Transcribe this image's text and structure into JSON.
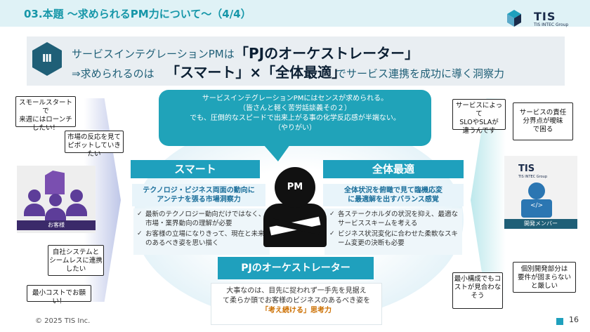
{
  "header": {
    "title": "03.本題 ～求められるPM力について～（4/4）"
  },
  "logo": {
    "word": "TIS",
    "sub": "TIS INTEC Group"
  },
  "banner": {
    "number": "Ⅲ",
    "line1_lead": "サービスインテグレーションPMは",
    "line1_em": "「PJのオーケストレーター」",
    "line2_lead": "⇒求められるのは",
    "line2_em": "「スマート」×「全体最適」",
    "line2_tail": "でサービス連携を成功に導く洞察力"
  },
  "speech": {
    "lines": [
      "サービスインテグレーションPMにはセンスが求められる。",
      "（皆さんと軽く苦労話談義その２）",
      "でも、圧倒的なスピードで出来上がる事の化学反応感が半端ない。",
      "（やりがい）"
    ]
  },
  "smart": {
    "title": "スマート",
    "subtitle_lines": [
      "テクノロジ・ビジネス両面の動向に",
      "アンテナを張る市場洞察力"
    ],
    "items": [
      "最新のテクノロジー動向だけではなく、市場・業界動向の理解が必要",
      "お客様の立場になりきって、現在と未来のあるべき姿を思い描く"
    ]
  },
  "total": {
    "title": "全体最適",
    "subtitle_lines": [
      "全体状況を俯瞰で見て臨機応変",
      "に最適解を出すバランス感覚"
    ],
    "items": [
      "各ステークホルダの状況を抑え、最適なサービススキームを考える",
      "ビジネス状況変化に合わせた柔軟なスキーム変更の決断も必要"
    ]
  },
  "pm": {
    "label": "PM"
  },
  "orchestrator": {
    "title": "PJのオーケストレーター",
    "body_lines": [
      "大事なのは、目先に捉われず一手先を見据え",
      "て柔らか頭でお客様のビジネスのあるべき姿を"
    ],
    "emphasis": "「考え続ける」思考力"
  },
  "left_bubbles": [
    {
      "lines": [
        "スモールスタートで",
        "来週にはローンチ",
        "したい！"
      ]
    },
    {
      "lines": [
        "市場の反応を見て",
        "ピボットしていきたい"
      ]
    },
    {
      "lines": [
        "自社システムと",
        "シームレスに連携",
        "したい"
      ]
    },
    {
      "lines": [
        "最小コストでお願い！"
      ]
    }
  ],
  "right_bubbles": [
    {
      "lines": [
        "サービスによって",
        "SLOやSLAが",
        "違うんです"
      ]
    },
    {
      "lines": [
        "サービスの責任",
        "分界点が曖昧",
        "で困る"
      ]
    },
    {
      "lines": [
        "最小構成でもコ",
        "ストが見合わな",
        "そう"
      ]
    },
    {
      "lines": [
        "個別開発部分は",
        "要件が固まらない",
        "と厳しい"
      ]
    }
  ],
  "customer": {
    "label": "お客様"
  },
  "developer": {
    "logo": "TIS",
    "logo_sub": "TIS INTEC Group",
    "code": "</>",
    "label": "開発メンバー"
  },
  "footer": {
    "copyright": "© 2025 TIS Inc.",
    "page": "16"
  },
  "colors": {
    "accent": "#1fa0bd",
    "navy": "#1f5f77",
    "emphasis": "#cc6f00",
    "purple": "#5d3d99"
  }
}
